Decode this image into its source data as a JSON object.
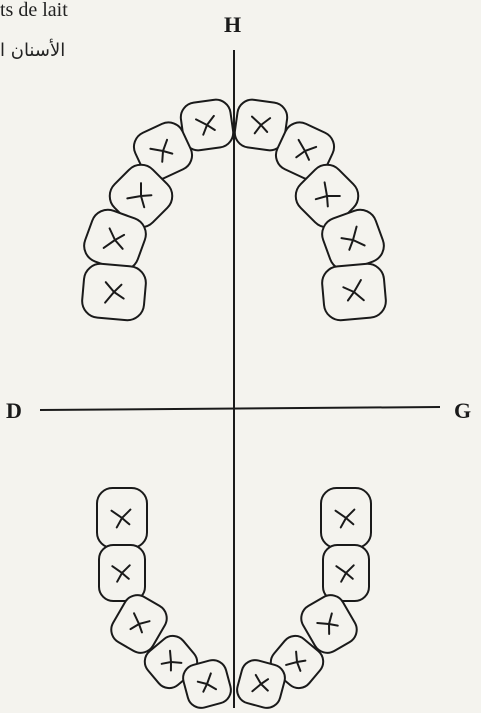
{
  "caption": {
    "french_fragment": "ts de lait",
    "arabic_fragment": "الأسنان ا"
  },
  "axes": {
    "top": "H",
    "left": "D",
    "right": "G"
  },
  "colors": {
    "ink": "#1a1a1a",
    "paper": "#f4f3ee"
  },
  "upper_arch": {
    "teeth_per_side": 5
  },
  "lower_arch": {
    "teeth_per_side": 5
  }
}
